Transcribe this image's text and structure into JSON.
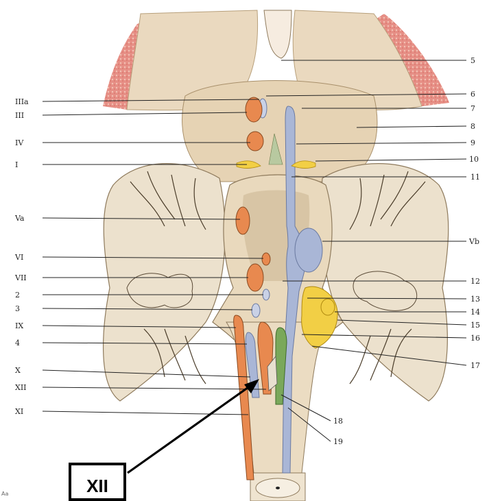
{
  "figure": {
    "left_labels": [
      "IIIa",
      "III",
      "IV",
      "I",
      "Va",
      "VI",
      "VII",
      "2",
      "3",
      "IX",
      "4",
      "X",
      "XII",
      "XI"
    ],
    "right_labels": [
      "5",
      "6",
      "7",
      "8",
      "9",
      "10",
      "11",
      "Vb",
      "12",
      "13",
      "14",
      "15",
      "16",
      "17"
    ],
    "bottom_labels": [
      "18",
      "19"
    ],
    "callout": "XII",
    "corner_mark": "Aa"
  },
  "colors": {
    "brain_tissue": "#ead9bf",
    "brain_shadow": "#c9b38f",
    "cortex": "#e89a8a",
    "orange_nucleus": "#e8894f",
    "blue_nucleus": "#a9b6d6",
    "yellow_nucleus": "#f2cf45",
    "green_nucleus": "#7aa85a",
    "arrow": "#000000"
  }
}
